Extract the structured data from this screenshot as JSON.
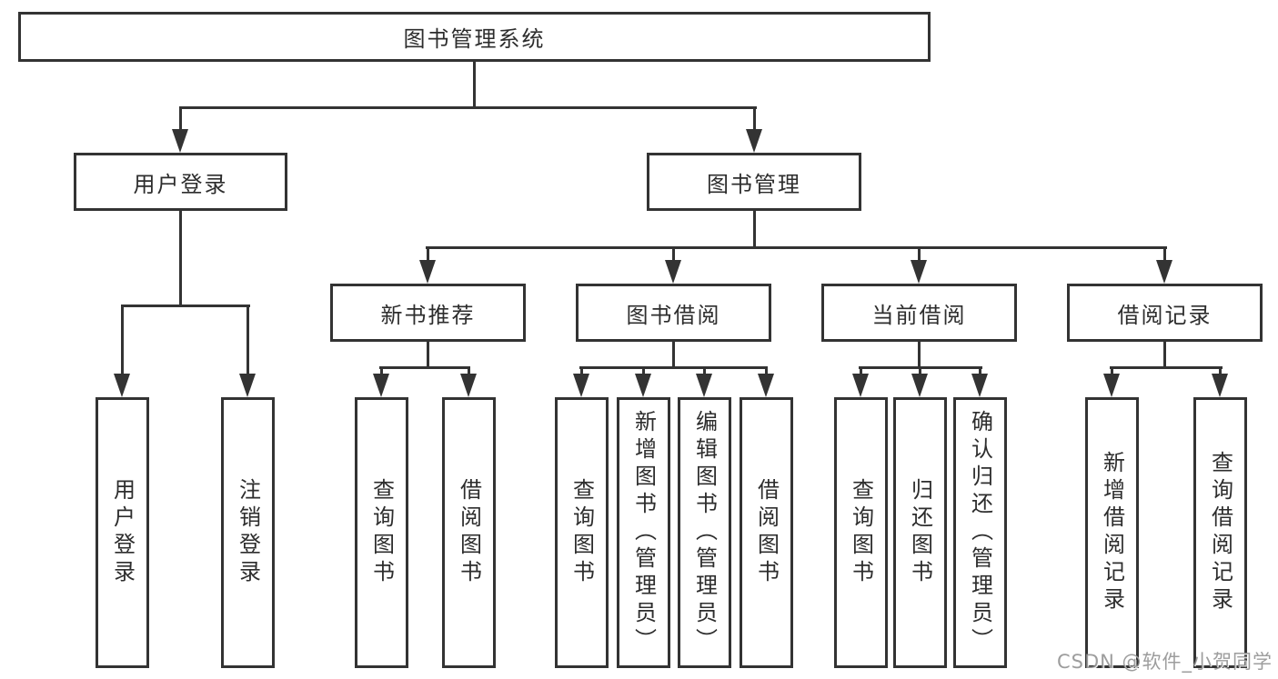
{
  "diagram": {
    "root": {
      "label": "图书管理系统"
    },
    "branches": [
      {
        "label": "用户登录",
        "children": [
          {
            "label": "用户登录"
          },
          {
            "label": "注销登录"
          }
        ]
      },
      {
        "label": "图书管理",
        "children": [
          {
            "label": "新书推荐",
            "children": [
              {
                "label": "查询图书"
              },
              {
                "label": "借阅图书"
              }
            ]
          },
          {
            "label": "图书借阅",
            "children": [
              {
                "label": "查询图书"
              },
              {
                "label": "新增图书（管理员）"
              },
              {
                "label": "编辑图书（管理员）"
              },
              {
                "label": "借阅图书"
              }
            ]
          },
          {
            "label": "当前借阅",
            "children": [
              {
                "label": "查询图书"
              },
              {
                "label": "归还图书"
              },
              {
                "label": "确认归还（管理员）"
              }
            ]
          },
          {
            "label": "借阅记录",
            "children": [
              {
                "label": "新增借阅记录"
              },
              {
                "label": "查询借阅记录"
              }
            ]
          }
        ]
      }
    ]
  },
  "watermark": {
    "text": "CSDN @软件_小贺同学"
  },
  "colors": {
    "line": "#333333",
    "text": "#2d2d2d",
    "watermark": "#8c8c8c",
    "background": "#ffffff"
  }
}
